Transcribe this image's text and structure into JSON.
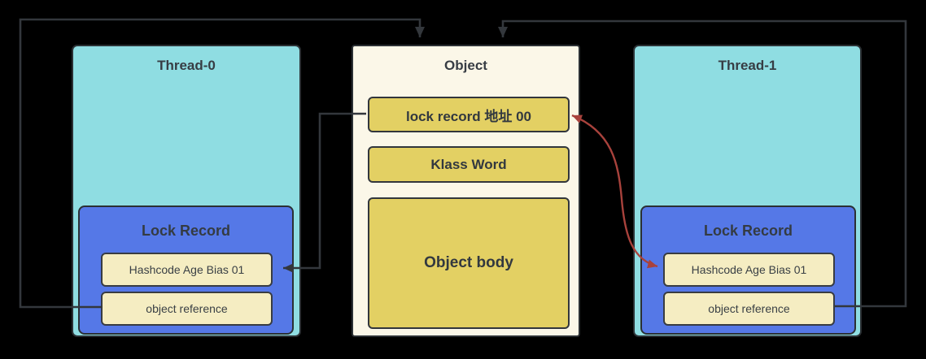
{
  "canvas": {
    "background": "#000000"
  },
  "colors": {
    "thread_fill": "#8fdde2",
    "object_fill": "#fbf7e8",
    "lock_record_fill": "#5578e7",
    "word_row_fill": "#e3d063",
    "slot_fill": "#f5edc2",
    "box_border": "#2b3034",
    "connector": "#33373c",
    "pointer_red": "#a8423c",
    "text": "#3a4047"
  },
  "thread0": {
    "title": "Thread-0",
    "lock_record": {
      "title": "Lock Record",
      "displaced_mark_word": "Hashcode Age Bias 01",
      "object_reference": "object reference"
    }
  },
  "object": {
    "title": "Object",
    "mark_word": "lock record 地址 00",
    "klass_word": "Klass Word",
    "body": "Object body"
  },
  "thread1": {
    "title": "Thread-1",
    "lock_record": {
      "title": "Lock Record",
      "displaced_mark_word": "Hashcode Age Bias 01",
      "object_reference": "object reference"
    }
  },
  "edges": [
    {
      "from": "thread0.lock_record.object_reference",
      "to": "object.top",
      "style": "elbow",
      "color": "dark",
      "arrow": "end"
    },
    {
      "from": "object.mark_word",
      "to": "thread0.lock_record.displaced_mark_word",
      "style": "elbow",
      "color": "dark",
      "arrow": "end"
    },
    {
      "from": "thread1.lock_record.object_reference",
      "to": "object.top",
      "style": "elbow",
      "color": "dark",
      "arrow": "end"
    },
    {
      "from": "object.mark_word",
      "to": "thread1.lock_record.displaced_mark_word",
      "style": "curve",
      "color": "red",
      "arrow": "both"
    }
  ]
}
